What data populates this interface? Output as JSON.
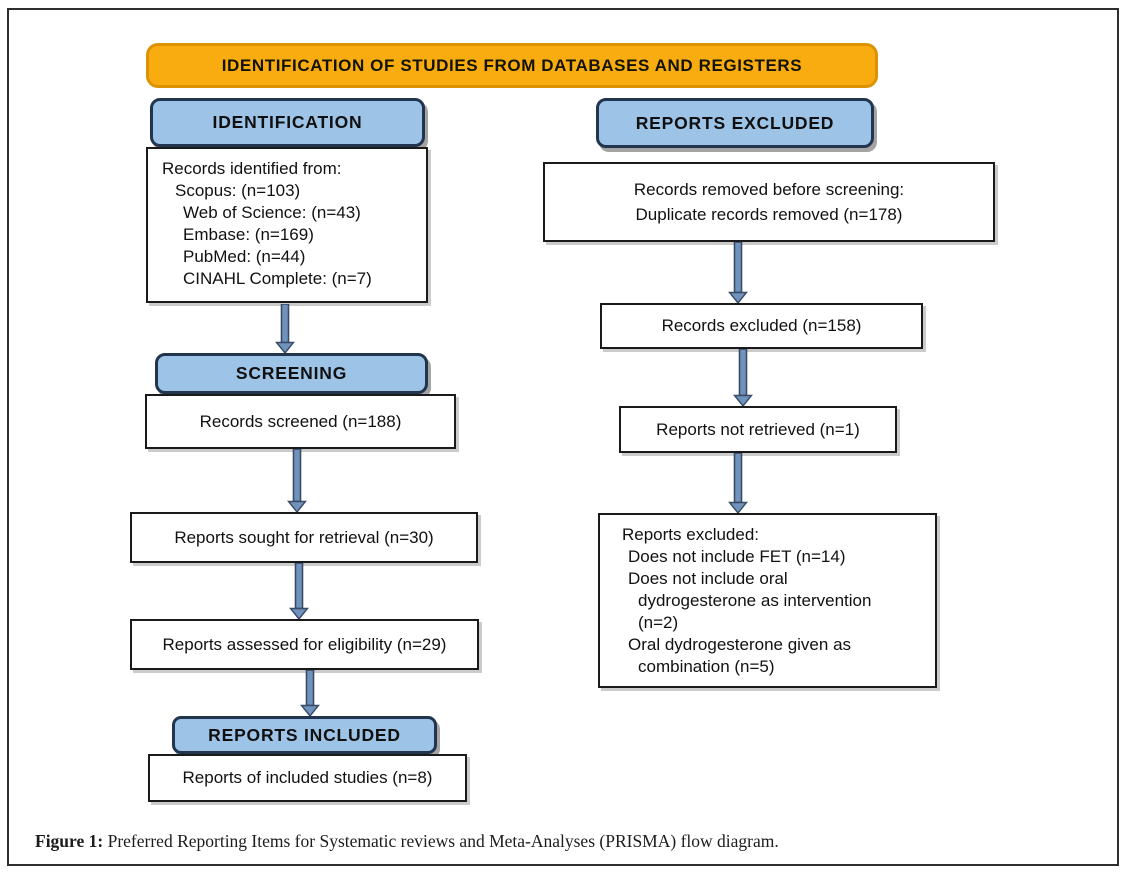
{
  "colors": {
    "banner_fill": "#F9AC0F",
    "banner_border": "#DD9301",
    "header_fill": "#9DC3E6",
    "header_border": "#22354E",
    "arrow_fill": "#7093BD",
    "arrow_stroke": "#3A4A63"
  },
  "banner": {
    "label": "IDENTIFICATION OF STUDIES FROM DATABASES AND REGISTERS"
  },
  "columns": {
    "left": {
      "identification_header": "IDENTIFICATION",
      "records_identified": {
        "title": "Records identified from:",
        "items": [
          "Scopus: (n=103)",
          "Web of Science: (n=43)",
          "Embase: (n=169)",
          "PubMed: (n=44)",
          "CINAHL Complete: (n=7)"
        ]
      },
      "screening_header": "SCREENING",
      "records_screened": "Records screened (n=188)",
      "reports_sought": "Reports sought for retrieval (n=30)",
      "reports_assessed": "Reports assessed for eligibility (n=29)",
      "included_header": "REPORTS INCLUDED",
      "reports_included": "Reports of included studies (n=8)"
    },
    "right": {
      "excluded_header": "REPORTS EXCLUDED",
      "records_removed_line1": "Records removed before screening:",
      "records_removed_line2": "Duplicate records removed (n=178)",
      "records_excluded": "Records excluded (n=158)",
      "reports_not_retrieved": "Reports not retrieved (n=1)",
      "reports_excluded": {
        "title": "Reports excluded:",
        "items": [
          "Does not include FET (n=14)",
          "Does not include oral dydrogesterone as intervention (n=2)",
          "Oral dydrogesterone given as combination (n=5)"
        ]
      }
    }
  },
  "caption": {
    "label": "Figure 1:",
    "text": " Preferred Reporting Items for Systematic reviews and Meta-Analyses (PRISMA) flow diagram."
  }
}
